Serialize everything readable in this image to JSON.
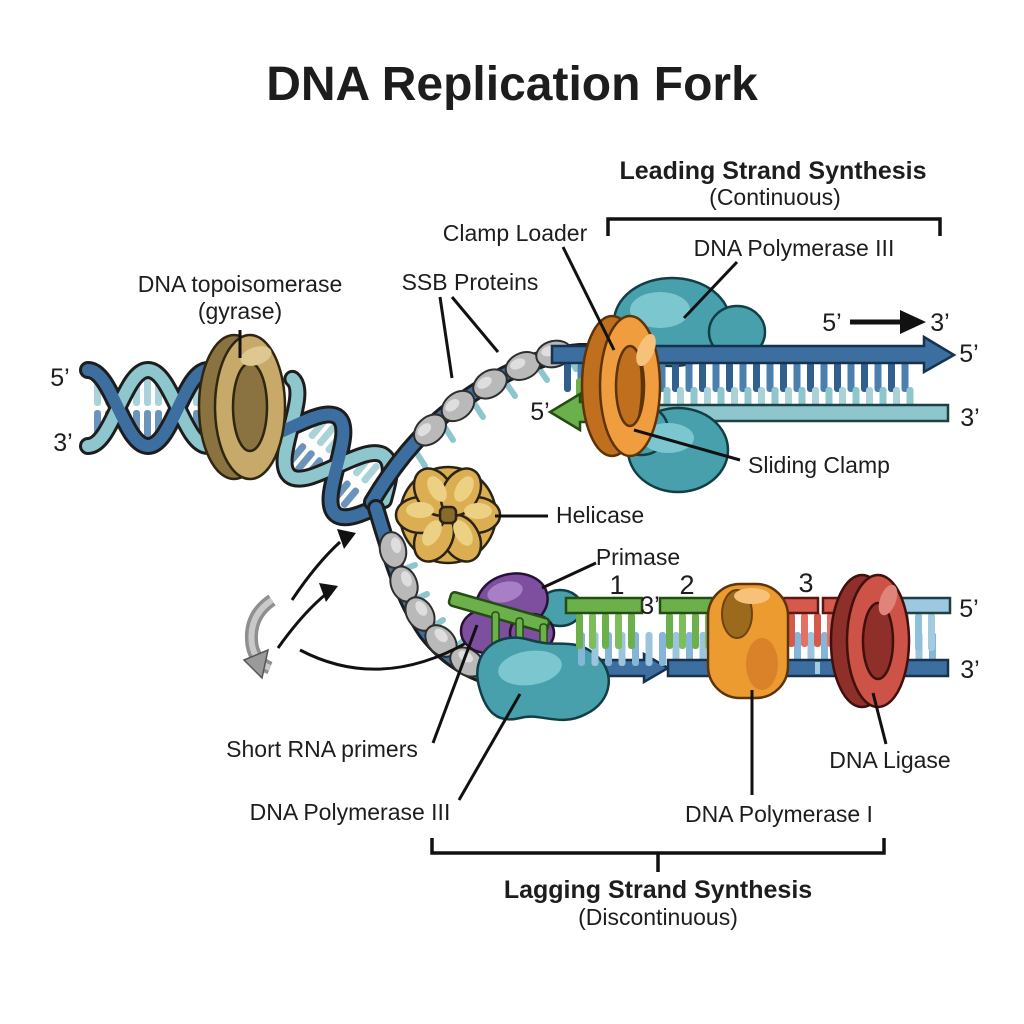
{
  "title": "DNA Replication Fork",
  "sections": {
    "leading": {
      "title": "Leading Strand Synthesis",
      "subtitle": "(Continuous)"
    },
    "lagging": {
      "title": "Lagging Strand Synthesis",
      "subtitle": "(Discontinuous)"
    }
  },
  "labels": {
    "topoisomerase": "DNA topoisomerase",
    "topoisomerase_sub": "(gyrase)",
    "ssb": "SSB Proteins",
    "clamp_loader": "Clamp Loader",
    "dna_polymerase_3_leading": "DNA Polymerase III",
    "sliding_clamp": "Sliding Clamp",
    "helicase": "Helicase",
    "primase": "Primase",
    "short_rna_primers": "Short RNA primers",
    "dna_polymerase_3_lagging": "DNA Polymerase III",
    "dna_polymerase_1": "DNA Polymerase I",
    "dna_ligase": "DNA Ligase"
  },
  "primes": {
    "five": "5’",
    "three": "3’"
  },
  "okazaki_fragments": {
    "one": "1",
    "two": "2",
    "three": "3"
  },
  "colors": {
    "strand_dark_blue": "#3c6e9f",
    "strand_light_teal": "#8ec6ce",
    "tick_dark_blue": "#31608f",
    "tick_light_blue": "#85b6d8",
    "rna_primer_green": "#6cb04b",
    "okazaki_red": "#d65a4c",
    "clamp_orange": "#ef9d3f",
    "polymerase_teal": "#48a0ad",
    "primase_purple": "#7d4f9e",
    "helicase_gold": "#dcae52",
    "gyrase_tan": "#c7a96a",
    "ssb_gray": "#b9b9b9",
    "outline": "#1d1d1d"
  }
}
